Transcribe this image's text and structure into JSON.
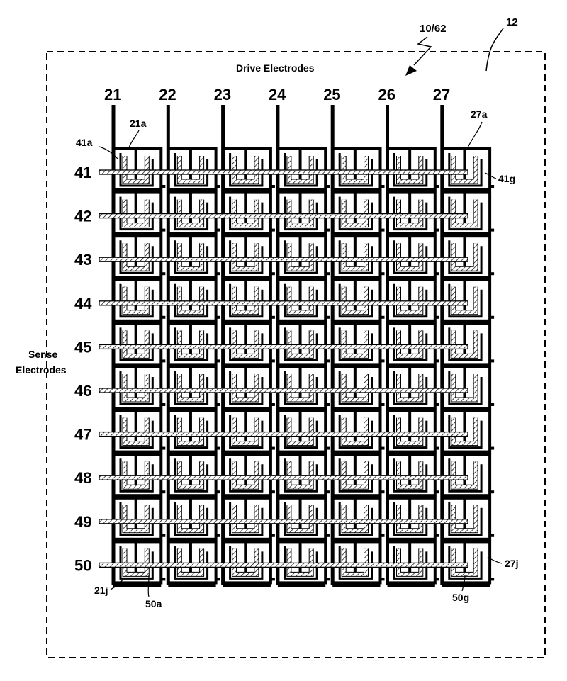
{
  "figure": {
    "frame_label": "12",
    "ref_label": "10/62",
    "drive_title": "Drive Electrodes",
    "sense_title_line1": "Sense",
    "sense_title_line2": "Electrodes"
  },
  "drive_electrodes": [
    "21",
    "22",
    "23",
    "24",
    "25",
    "26",
    "27"
  ],
  "sense_electrodes": [
    "41",
    "42",
    "43",
    "44",
    "45",
    "46",
    "47",
    "48",
    "49",
    "50"
  ],
  "callouts": {
    "c_41a": "41a",
    "c_21a": "21a",
    "c_27a": "27a",
    "c_41g": "41g",
    "c_27j": "27j",
    "c_21j": "21j",
    "c_50a": "50a",
    "c_50g": "50g"
  },
  "colors": {
    "ink": "#000000",
    "paper": "#ffffff"
  }
}
